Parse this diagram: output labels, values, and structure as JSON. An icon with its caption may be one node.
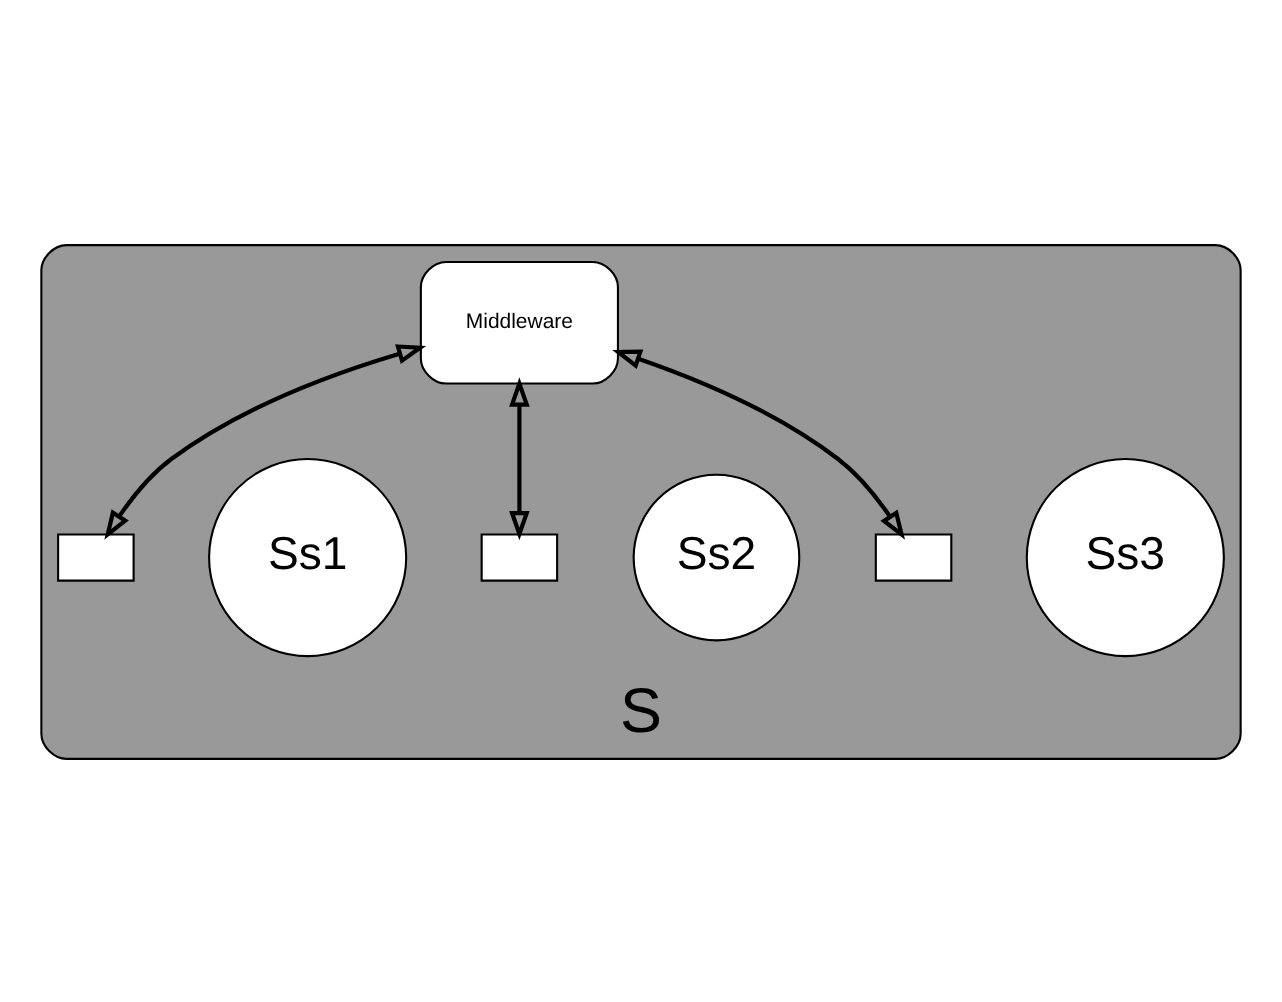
{
  "diagram": {
    "nodes": [
      {
        "text": [
          "S"
        ]
      },
      {
        "text": [
          "Middleware"
        ],
        "in": 0
      },
      {
        "text": [],
        "shape": "box",
        "in": 0
      },
      {
        "text": [
          "Ss1"
        ],
        "in": 0
      },
      {
        "text": [],
        "shape": "box",
        "in": 0
      },
      {
        "text": [
          "Ss2"
        ],
        "in": 0
      },
      {
        "text": [],
        "shape": "box",
        "in": 0
      },
      {
        "text": [
          "Ss3"
        ],
        "in": 0
      }
    ],
    "edges": [
      {
        "from": 1,
        "to": 2,
        "arrow": "both"
      },
      {
        "from": 1,
        "to": 4,
        "arrow": "both"
      },
      {
        "from": 1,
        "to": 6,
        "arrow": "both"
      }
    ]
  }
}
